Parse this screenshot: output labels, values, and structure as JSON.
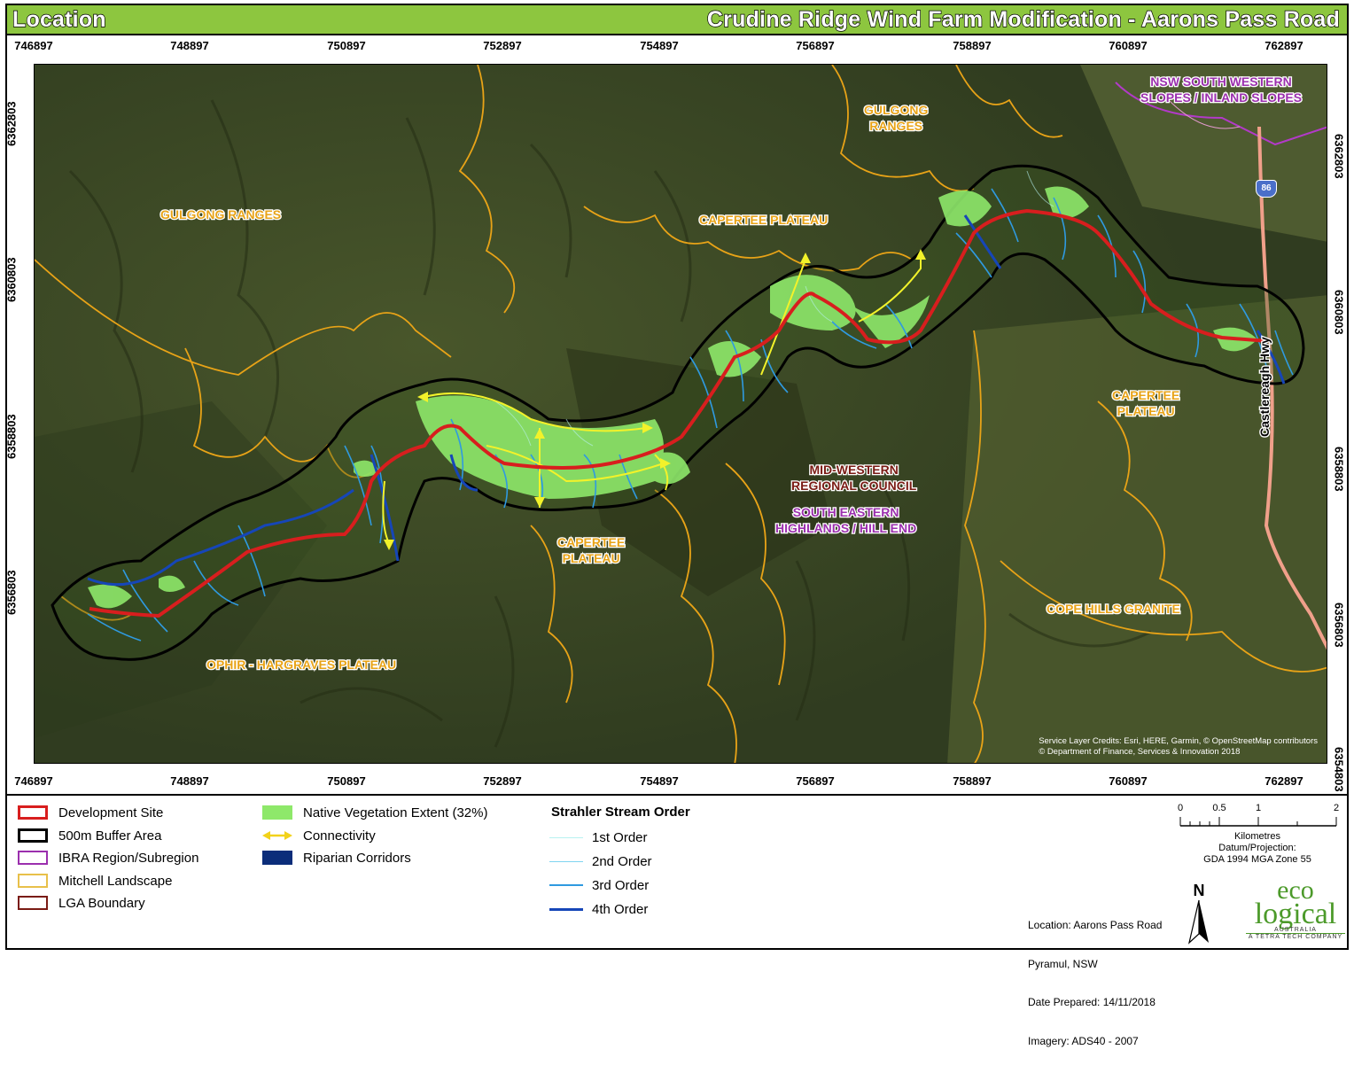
{
  "header": {
    "left_title": "Location",
    "right_title": "Crudine Ridge Wind Farm Modification - Aarons Pass Road"
  },
  "axes": {
    "eastings_top": [
      "746897",
      "748897",
      "750897",
      "752897",
      "754897",
      "756897",
      "758897",
      "760897",
      "762897"
    ],
    "eastings_bottom": [
      "746897",
      "748897",
      "750897",
      "752897",
      "754897",
      "756897",
      "758897",
      "760897",
      "762897"
    ],
    "northings_left": [
      "6362803",
      "6360803",
      "6358803",
      "6356803"
    ],
    "northings_right": [
      "6362803",
      "6360803",
      "6358803",
      "6356803",
      "6354803"
    ]
  },
  "map_labels": {
    "gulgong_left": "GULGONG RANGES",
    "gulgong_top": "GULGONG\nRANGES",
    "capertee_top": "CAPERTEE PLATEAU",
    "capertee_right": "CAPERTEE\nPLATEAU",
    "capertee_mid": "CAPERTEE\nPLATEAU",
    "nsw_sw": "NSW SOUTH WESTERN\nSLOPES / INLAND SLOPES",
    "mid_western": "MID-WESTERN\nREGIONAL COUNCIL",
    "south_eastern": "SOUTH EASTERN\nHIGHLANDS / HILL END",
    "cope_hills": "COPE HILLS GRANITE",
    "ophir": "OPHIR - HARGRAVES PLATEAU",
    "highway": "Castlereagh Hwy",
    "highway_shield": "86"
  },
  "credits": {
    "line1": "Service Layer Credits: Esri, HERE, Garmin, © OpenStreetMap contributors",
    "line2": "© Department of Finance, Services & Innovation 2018"
  },
  "legend": {
    "left": [
      {
        "label": "Development Site",
        "swatch": "#d81e1e"
      },
      {
        "label": "500m Buffer Area",
        "swatch": "#000000"
      },
      {
        "label": "IBRA Region/Subregion",
        "swatch": "#9b2fae"
      },
      {
        "label": "Mitchell Landscape",
        "swatch": "#e8c04a"
      },
      {
        "label": "LGA Boundary",
        "swatch": "#7a1b14"
      }
    ],
    "middle": [
      {
        "label": "Native Vegetation Extent (32%)",
        "color": "#8ee86a"
      },
      {
        "label": "Connectivity",
        "color": "#f2f22a"
      },
      {
        "label": "Riparian Corridors",
        "color": "#0b2d7a"
      }
    ],
    "strahler_title": "Strahler Stream Order",
    "strahler": [
      {
        "label": "1st Order",
        "color": "#b8f2f0"
      },
      {
        "label": "2nd Order",
        "color": "#7fd4f0"
      },
      {
        "label": "3rd Order",
        "color": "#2f9ae0"
      },
      {
        "label": "4th Order",
        "color": "#1646b8"
      }
    ]
  },
  "scale": {
    "ticks": [
      "0",
      "0.5",
      "1",
      "2"
    ],
    "unit": "Kilometres",
    "datum_label": "Datum/Projection:",
    "datum": "GDA 1994 MGA Zone 55"
  },
  "info": {
    "location": "Location: Aarons Pass Road",
    "town": "Pyramul, NSW",
    "date": "Date Prepared: 14/11/2018",
    "imagery": "Imagery: ADS40 - 2007"
  },
  "north": "N",
  "logo": {
    "top": "eco",
    "bottom": "logical",
    "country": "AUSTRALIA",
    "tagline": "A TETRA TECH COMPANY"
  }
}
